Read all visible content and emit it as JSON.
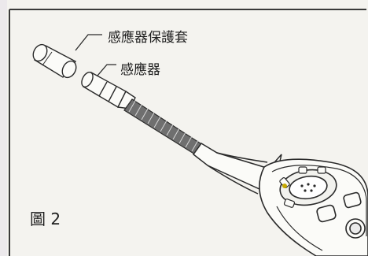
{
  "labels": {
    "sensor_cover": "感應器保護套",
    "sensor": "感應器"
  },
  "caption": "圖 2",
  "colors": {
    "background": "#f4f3ef",
    "line": "#2a2a2a",
    "border": "#3a3a3a"
  }
}
